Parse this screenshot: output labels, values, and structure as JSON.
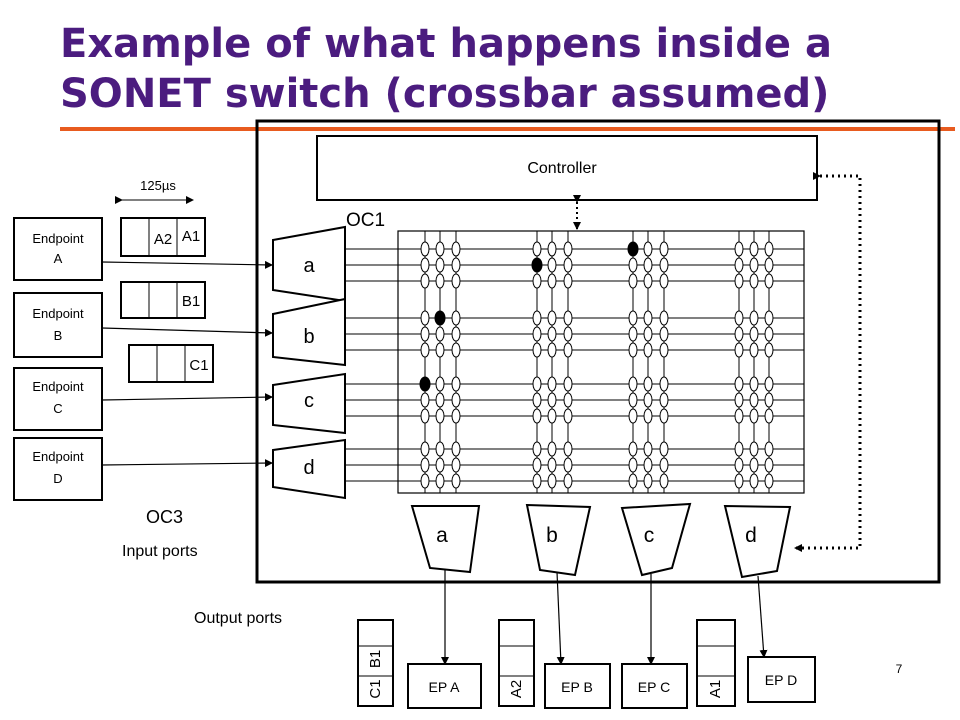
{
  "title_line1": "Example of what happens inside a",
  "title_line2": "SONET switch (crossbar assumed)",
  "controller_label": "Controller",
  "oc1_label": "OC1",
  "timing_label": "125µs",
  "endpoints": [
    {
      "line1": "Endpoint",
      "line2": "A"
    },
    {
      "line1": "Endpoint",
      "line2": "B"
    },
    {
      "line1": "Endpoint",
      "line2": "C"
    },
    {
      "line1": "Endpoint",
      "line2": "D"
    }
  ],
  "input_frames": [
    {
      "cells": [
        "",
        "A2",
        "A1"
      ]
    },
    {
      "cells": [
        "",
        "",
        "B1"
      ]
    },
    {
      "cells": [
        "",
        "",
        "C1"
      ]
    }
  ],
  "input_mux_labels": [
    "a",
    "b",
    "c",
    "d"
  ],
  "output_demux_labels": [
    "a",
    "b",
    "c",
    "d"
  ],
  "oc3_label": "OC3",
  "input_ports_label": "Input ports",
  "output_ports_label": "Output ports",
  "output_endpoints": [
    "EP A",
    "EP B",
    "EP C",
    "EP D"
  ],
  "output_frames": [
    {
      "cells": [
        "C1",
        "B1",
        ""
      ]
    },
    {
      "cells": [
        "A2",
        "",
        ""
      ]
    },
    {
      "cells": [
        "A1",
        "",
        ""
      ]
    }
  ],
  "page_number": "7",
  "colors": {
    "title": "#4b1c7f",
    "rule": "#e85b1f"
  }
}
